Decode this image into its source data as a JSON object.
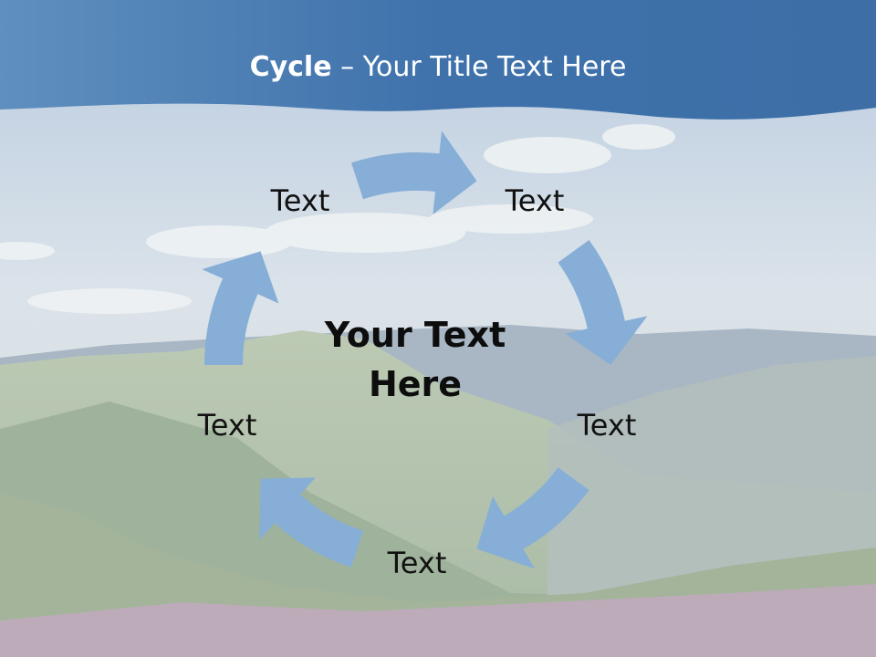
{
  "slide": {
    "title_bold": "Cycle",
    "title_rest": " – Your Title Text Here",
    "center_line1": "Your Text",
    "center_line2": "Here",
    "labels": [
      "Text",
      "Text",
      "Text",
      "Text",
      "Text"
    ]
  },
  "colors": {
    "banner": "#3e74ad",
    "arrow": "#86aed6",
    "sky_top": "#c3d2e3",
    "mountain": "#b4c3b2",
    "flowers": "#c79bc4"
  },
  "icons": [
    "cycle-arrow"
  ]
}
